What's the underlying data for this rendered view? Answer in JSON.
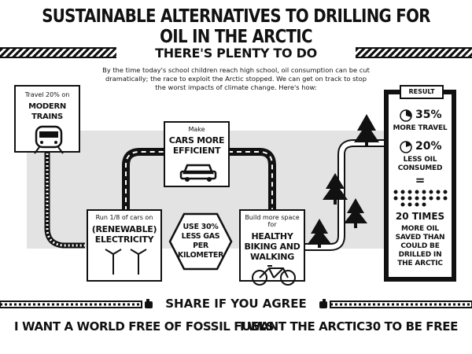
{
  "header": {
    "title": "SUSTAINABLE ALTERNATIVES TO DRILLING FOR OIL IN THE ARCTIC",
    "subtitle": "THERE'S PLENTY TO DO",
    "intro": "By the time today's school children reach high school, oil consumption can be cut dramatically; the race to exploit the Arctic stopped. We can get on track to stop the worst impacts of climate change. Here's how:"
  },
  "steps": {
    "trains": {
      "small": "Travel 20% on",
      "big": "MODERN TRAINS",
      "icon": "train-icon"
    },
    "cars": {
      "small": "Make",
      "big": "CARS MORE EFFICIENT",
      "icon": "car-icon"
    },
    "electric": {
      "small": "Run 1/8 of cars on",
      "big": "(RENEWABLE) ELECTRICITY",
      "icon": "wind-turbine-icon"
    },
    "gas": {
      "big": "USE 30% LESS GAS PER KILOMETER"
    },
    "biking": {
      "small": "Build more space for",
      "big": "HEALTHY BIKING AND WALKING",
      "icon": "bicycle-icon"
    }
  },
  "result": {
    "label": "RESULT",
    "travel_pct": "35%",
    "travel_text": "MORE TRAVEL",
    "oil_pct": "20%",
    "oil_text": "LESS OIL CONSUMED",
    "equals": "=",
    "times": "20 TIMES",
    "times_text": "MORE OIL SAVED THAN COULD BE DRILLED IN THE ARCTIC"
  },
  "share": {
    "label": "SHARE IF YOU AGREE"
  },
  "footer": {
    "left": "I WANT A WORLD FREE OF FOSSIL FUELS",
    "right": "I WANT THE ARCTIC30 TO BE FREE"
  },
  "colors": {
    "ink": "#111111",
    "ground": "#e3e3e3",
    "paper": "#ffffff"
  }
}
